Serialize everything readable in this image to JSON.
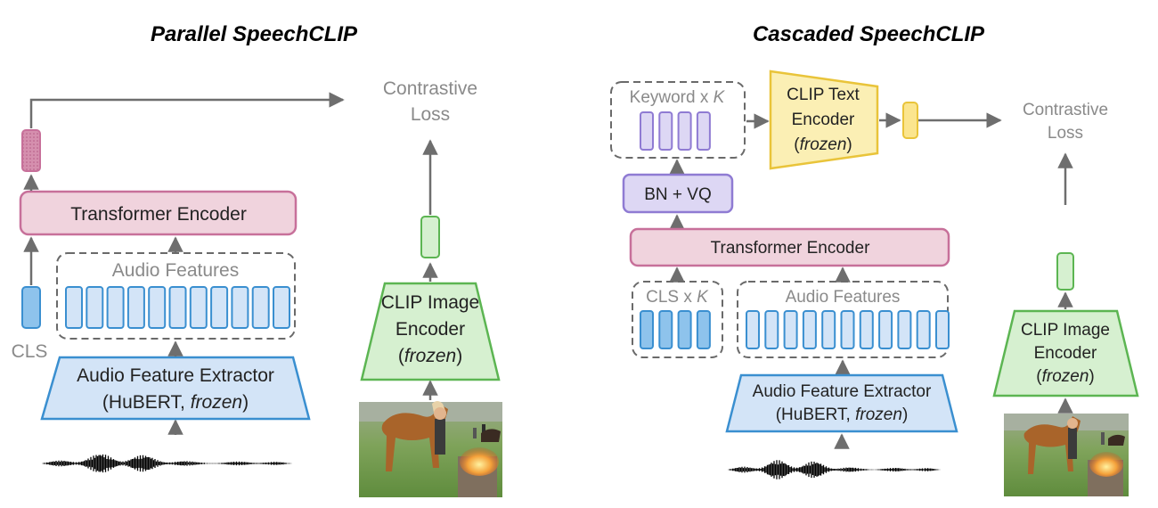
{
  "left": {
    "title": "Parallel SpeechCLIP",
    "loss_line1": "Contrastive",
    "loss_line2": "Loss",
    "transformer": "Transformer Encoder",
    "audio_features": "Audio Features",
    "cls": "CLS",
    "extractor_line1": "Audio Feature Extractor",
    "extractor_line2_a": "(HuBERT, ",
    "extractor_line2_b": "frozen",
    "extractor_line2_c": ")",
    "clip_image_line1": "CLIP Image",
    "clip_image_line2": "Encoder",
    "clip_image_line3": "frozen"
  },
  "right": {
    "title": "Cascaded SpeechCLIP",
    "keyword_a": "Keyword x ",
    "keyword_b": "K",
    "clip_text_line1": "CLIP Text",
    "clip_text_line2": "Encoder",
    "clip_text_line3": "frozen",
    "loss_line1": "Contrastive",
    "loss_line2": "Loss",
    "bnvq": "BN + VQ",
    "transformer": "Transformer Encoder",
    "cls_a": "CLS x ",
    "cls_b": "K",
    "audio_features": "Audio Features",
    "extractor_line1": "Audio Feature Extractor",
    "extractor_line2_a": "(HuBERT, ",
    "extractor_line2_b": "frozen",
    "extractor_line2_c": ")",
    "clip_image_line1": "CLIP Image",
    "clip_image_line2": "Encoder",
    "clip_image_line3": "frozen"
  },
  "colors": {
    "blue_fill": "#d3e4f7",
    "blue_stroke": "#3a8fd0",
    "blue_dark_fill": "#8ec3ec",
    "pink_fill": "#f0d3dd",
    "pink_stroke": "#c7709a",
    "green_fill": "#d6f0d0",
    "green_stroke": "#5cb552",
    "purple_fill": "#ddd7f4",
    "purple_stroke": "#8f7bd3",
    "yellow_fill": "#fbefb4",
    "yellow_stroke": "#e9c43a",
    "arrow": "#6e6e6e",
    "dashed": "#6a6a6a"
  }
}
